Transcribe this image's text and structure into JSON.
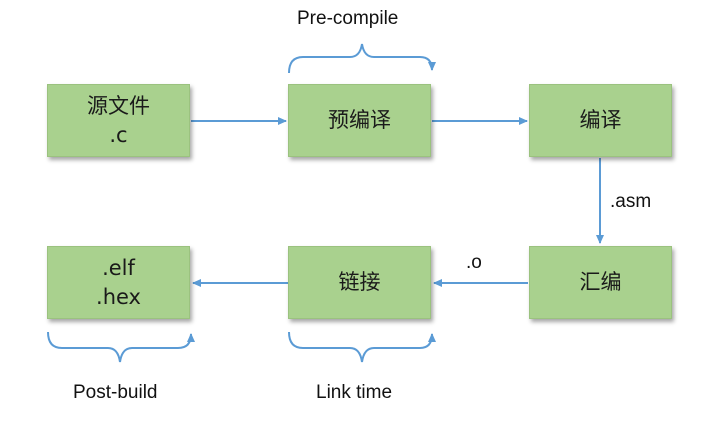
{
  "nodes": {
    "source": {
      "line1": "源文件",
      "line2": ".c"
    },
    "precompile": {
      "label": "预编译"
    },
    "compile": {
      "label": "编译"
    },
    "assemble": {
      "label": "汇编"
    },
    "link": {
      "label": "链接"
    },
    "output": {
      "line1": ".elf",
      "line2": ".hex"
    }
  },
  "edge_labels": {
    "asm": ".asm",
    "o": ".o"
  },
  "phase_labels": {
    "precompile": "Pre-compile",
    "link_time": "Link time",
    "post_build": "Post-build"
  },
  "colors": {
    "box_fill": "#a9d18e",
    "arrow": "#5b9bd5"
  }
}
